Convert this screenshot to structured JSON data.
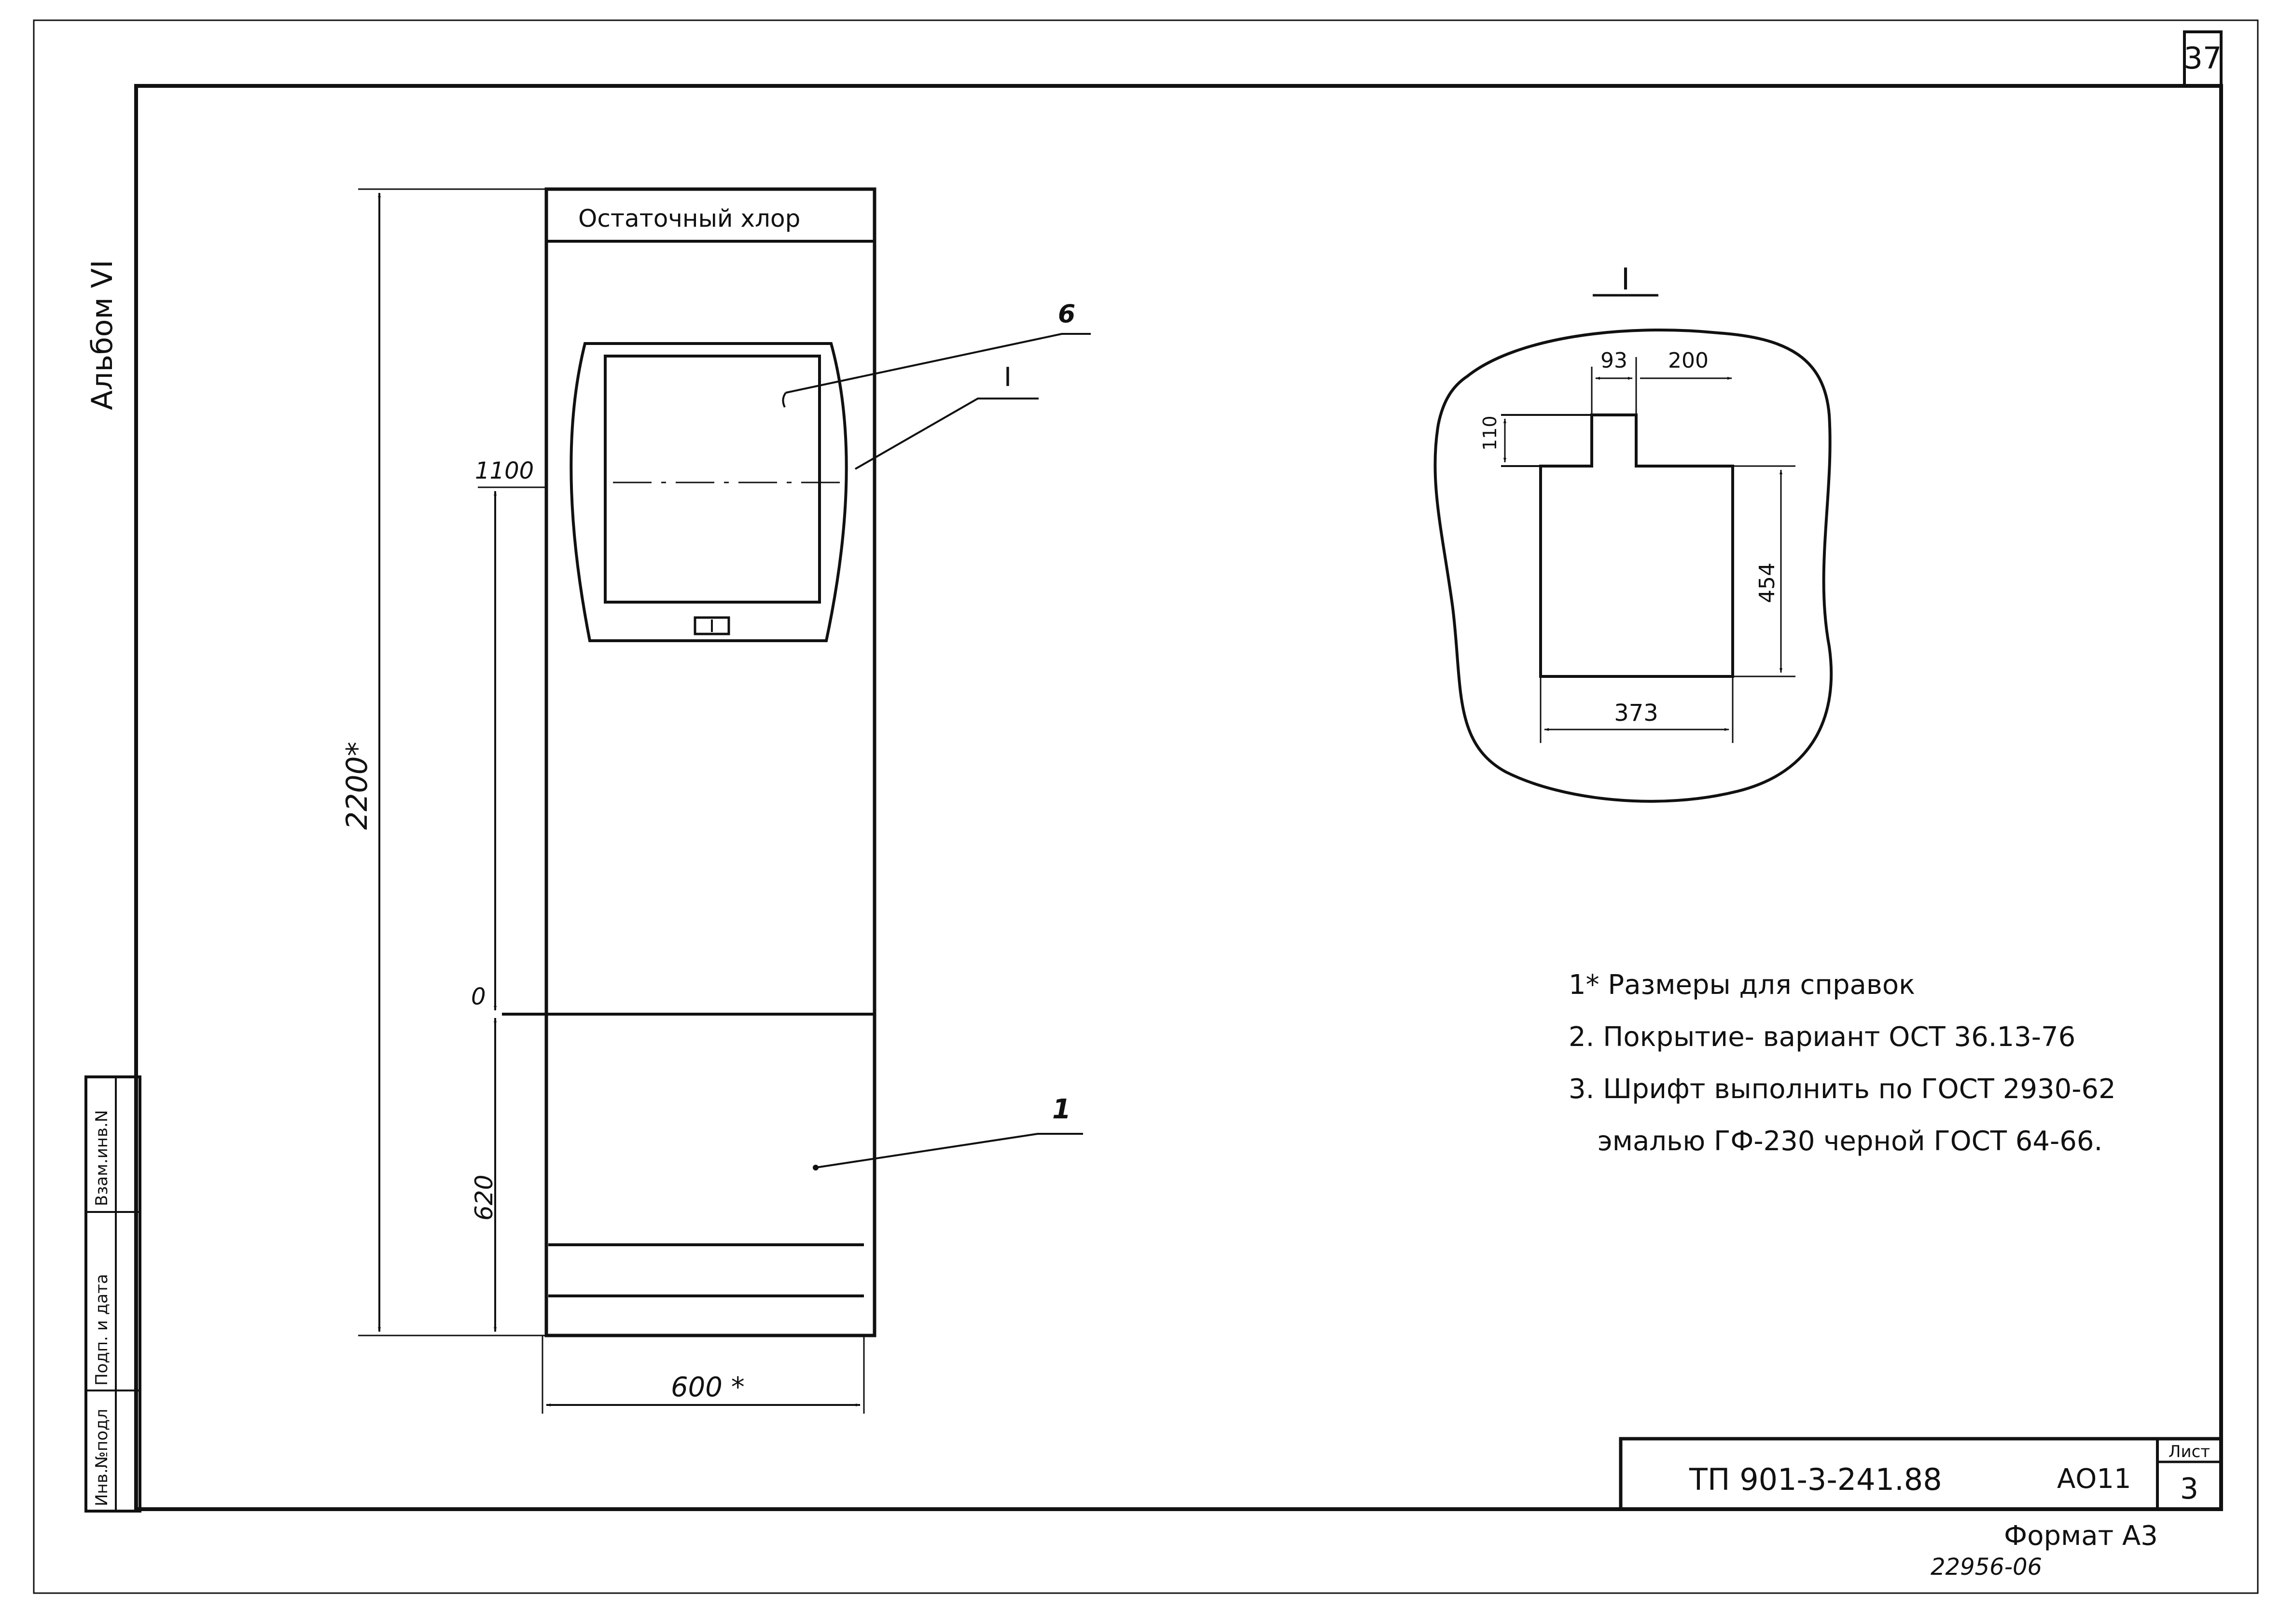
{
  "sheet": {
    "page_number": "37",
    "album_label": "Альбом VI",
    "format_label": "Формат А3",
    "archive_number": "22956-06"
  },
  "side_stamp": {
    "cells": [
      "Инв.№подл",
      "Подп. и дата",
      "Взам.инв.N"
    ]
  },
  "cabinet": {
    "header_label": "Остаточный хлор",
    "callout_6": "6",
    "callout_I": "I",
    "callout_1": "1",
    "dim_total_height": "2200*",
    "dim_level_1100": "1100",
    "dim_level_0": "0",
    "dim_620": "620",
    "dim_width": "600 *"
  },
  "detail_I": {
    "title": "I",
    "dim_93": "93",
    "dim_200": "200",
    "dim_110": "110",
    "dim_454": "454",
    "dim_373": "373"
  },
  "notes": [
    "1* Размеры для справок",
    "2. Покрытие- вариант ОСТ 36.13-76",
    "3. Шрифт выполнить по ГОСТ 2930-62",
    "эмалью ГФ-230 черной ГОСТ 64-66."
  ],
  "title_block": {
    "designation": "ТП 901-3-241.88",
    "code": "АО11",
    "sheet_label": "Лист",
    "sheet_number": "3"
  }
}
